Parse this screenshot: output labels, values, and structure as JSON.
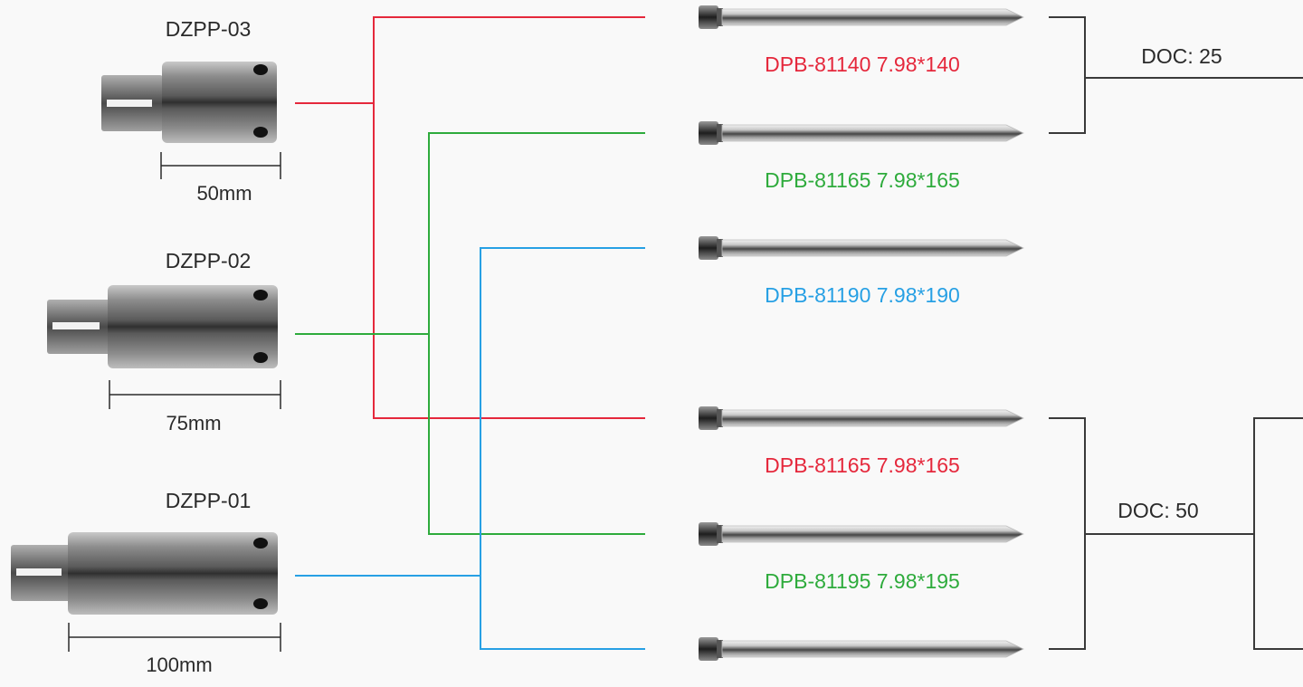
{
  "colors": {
    "red": "#e5283c",
    "green": "#2eab3c",
    "blue": "#27a0e4",
    "text": "#2a2a2a",
    "bracket": "#3a3a3a"
  },
  "adapters": [
    {
      "name": "DZPP-03",
      "dimension": "50mm",
      "color": "red"
    },
    {
      "name": "DZPP-02",
      "dimension": "75mm",
      "color": "green"
    },
    {
      "name": "DZPP-01",
      "dimension": "100mm",
      "color": "blue"
    }
  ],
  "pins": [
    {
      "label": "DPB-81140 7.98*140",
      "color": "red"
    },
    {
      "label": "DPB-81165 7.98*165",
      "color": "green"
    },
    {
      "label": "DPB-81190 7.98*190",
      "color": "blue"
    },
    {
      "label": "DPB-81165 7.98*165",
      "color": "red"
    },
    {
      "label": "DPB-81195 7.98*195",
      "color": "green"
    },
    {
      "label": "",
      "color": "blue"
    }
  ],
  "groups": [
    {
      "label": "DOC: 25"
    },
    {
      "label": "DOC: 50"
    }
  ]
}
